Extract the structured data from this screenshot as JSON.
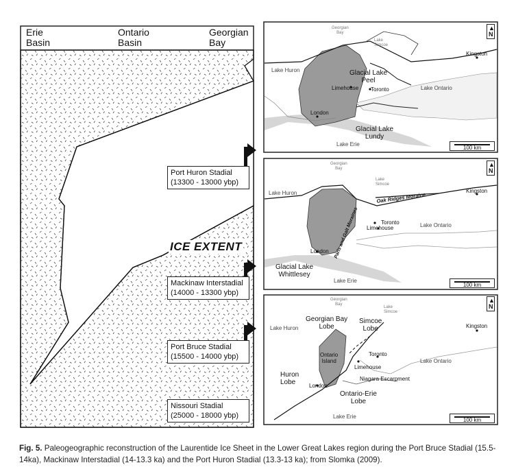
{
  "columns": {
    "erie": [
      "Erie",
      "Basin"
    ],
    "ontario": [
      "Ontario",
      "Basin"
    ],
    "georgian": [
      "Georgian",
      "Bay"
    ]
  },
  "ice_extent_label": "ICE EXTENT",
  "stadials": [
    {
      "name": "Port Huron Stadial",
      "range": "(13300 - 13000 ybp)"
    },
    {
      "name": "Mackinaw Interstadial",
      "range": "(14000 - 13300 ybp)"
    },
    {
      "name": "Port Bruce Stadial",
      "range": "(15500 - 14000 ybp)"
    },
    {
      "name": "Nissouri Stadial",
      "range": "(25000 - 18000 ybp)"
    }
  ],
  "maps": {
    "top": {
      "georgian_bay": [
        "Georgian",
        "Bay"
      ],
      "lake_simcoe": [
        "Lake",
        "Simcoe"
      ],
      "lake_huron": "Lake Huron",
      "glacial_lake_peel": [
        "Glacial Lake",
        "Peel"
      ],
      "limehouse": "Limehouse",
      "toronto": "Toronto",
      "kingston": "Kingston",
      "lake_ontario": "Lake Ontario",
      "london": "London",
      "glacial_lake_lundy": [
        "Glacial Lake",
        "Lundy"
      ],
      "lake_erie": "Lake Erie",
      "scale": "100 km",
      "north": "N"
    },
    "middle": {
      "georgian_bay": [
        "Georgian",
        "Bay"
      ],
      "lake_simcoe": [
        "Lake",
        "Simcoe"
      ],
      "lake_huron": "Lake Huron",
      "kingston": "Kingston",
      "oak_ridges": "Oak Ridges Moraine",
      "paris_galt": "Paris and Galt Moraines",
      "toronto": "Toronto",
      "limehouse": "Limehouse",
      "lake_ontario": "Lake Ontario",
      "london": "London",
      "glacial_lake_whittlesey": [
        "Glacial Lake",
        "Whittlesey"
      ],
      "lake_erie": "Lake Erie",
      "scale": "100 km",
      "north": "N"
    },
    "bottom": {
      "georgian_bay": [
        "Georgian",
        "Bay"
      ],
      "lake_simcoe": [
        "Lake",
        "Simcoe"
      ],
      "georgian_bay_lobe": [
        "Georgian Bay",
        "Lobe"
      ],
      "simcoe_lobe": [
        "Simcoe",
        "Lobe"
      ],
      "lake_huron": "Lake Huron",
      "kingston": "Kingston",
      "ontario_island": [
        "Ontario",
        "Island"
      ],
      "limehouse": "Limehouse",
      "toronto": "Toronto",
      "lake_ontario": "Lake Ontario",
      "niagara_escarpment": "Niagara Escarpment",
      "huron_lobe": [
        "Huron",
        "Lobe"
      ],
      "london": "London",
      "ontario_erie_lobe": [
        "Ontario-Erie",
        "Lobe"
      ],
      "lake_erie": "Lake Erie",
      "scale": "100 km",
      "north": "N"
    }
  },
  "caption": {
    "label": "Fig. 5.",
    "text": " Paleogeographic reconstruction of the Laurentide Ice Sheet in the Lower Great Lakes region during the Port Bruce Stadial (15.5-14ka), Mackinaw Interstadial (14-13.3 ka) and the Port Huron Stadial (13.3-13 ka); from Slomka (2009)."
  }
}
